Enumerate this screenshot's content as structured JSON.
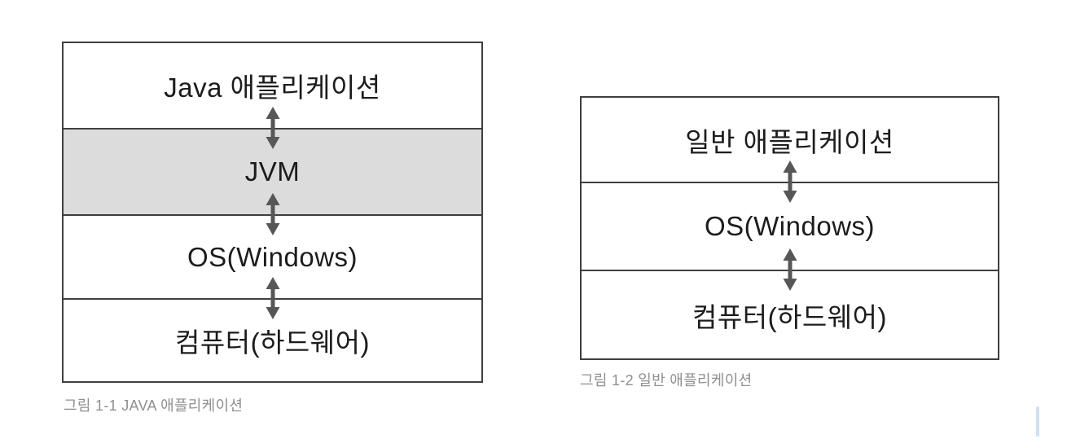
{
  "figures": [
    {
      "caption": "그림 1-1 JAVA 애플리케이션",
      "layers": [
        {
          "label": "Java 애플리케이션",
          "fill": "#ffffff"
        },
        {
          "label": "JVM",
          "fill": "#dcdcdc"
        },
        {
          "label": "OS(Windows)",
          "fill": "#ffffff"
        },
        {
          "label": "컴퓨터(하드웨어)",
          "fill": "#ffffff"
        }
      ]
    },
    {
      "caption": "그림 1-2 일반 애플리케이션",
      "layers": [
        {
          "label": "일반 애플리케이션",
          "fill": "#ffffff"
        },
        {
          "label": "OS(Windows)",
          "fill": "#ffffff"
        },
        {
          "label": "컴퓨터(하드웨어)",
          "fill": "#ffffff"
        }
      ]
    }
  ],
  "colors": {
    "border": "#3f3f3f",
    "arrow": "#575757",
    "caption_text": "#8f8f8f",
    "layer_text": "#1c1c1c",
    "jvm_fill": "#dcdcdc",
    "caret_bar": "#cbe2f2",
    "background": "#ffffff"
  }
}
